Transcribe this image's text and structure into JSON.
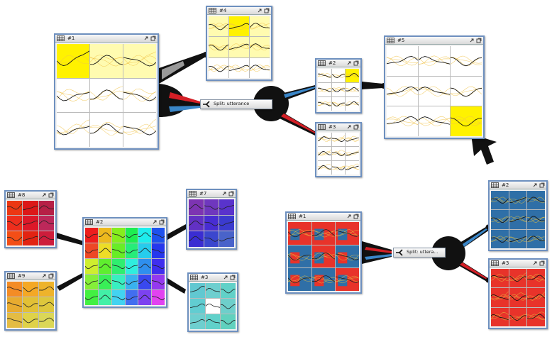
{
  "colors": {
    "window_border": "#6e90bf",
    "highlight_yellow": "#fff200",
    "pale_yellow": "#fffbb0",
    "red": "#e8332a",
    "blue": "#2f6fa7",
    "connector": "#111111",
    "red_edge": "#d41f26",
    "blue_edge": "#3a86c8",
    "trace": "#222222",
    "trace_light": "#f0c34a"
  },
  "nodes": {
    "top_left": {
      "title": "#1"
    },
    "top_four": {
      "title": "#4"
    },
    "top_two": {
      "title": "#2"
    },
    "top_three": {
      "title": "#3"
    },
    "top_five": {
      "title": "#5"
    },
    "split_top": {
      "label": "Split: utterance"
    },
    "left_center": {
      "title": "#2"
    },
    "left_eight": {
      "title": "#8"
    },
    "left_nine": {
      "title": "#9"
    },
    "left_seven": {
      "title": "#7"
    },
    "left_six": {
      "title": "#3"
    },
    "right_one": {
      "title": "#1"
    },
    "right_two": {
      "title": "#2"
    },
    "right_three": {
      "title": "#3"
    },
    "split_right": {
      "label": "Split: uttera..."
    }
  }
}
